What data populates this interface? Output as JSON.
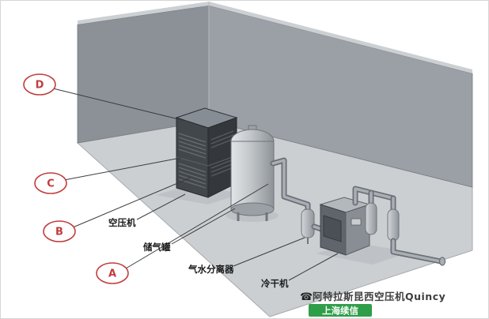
{
  "diagram": {
    "callouts": [
      {
        "id": "D"
      },
      {
        "id": "C"
      },
      {
        "id": "B"
      },
      {
        "id": "A"
      }
    ],
    "labels": {
      "compressor": "空压机",
      "tank": "储气罐",
      "separator": "气水分离器",
      "dryer": "冷干机"
    },
    "watermark": {
      "phone_icon": "☎",
      "brand": "阿特拉斯昆西空压机Quincy",
      "badge": "上海续信"
    },
    "colors": {
      "callout_red": "#c23b3b",
      "badge_green": "#2f9e49",
      "wall_left": "#8b9197",
      "wall_right": "#9aa0a6",
      "wall_top": "#ccd0d3",
      "floor": "#cbcfd2"
    }
  }
}
